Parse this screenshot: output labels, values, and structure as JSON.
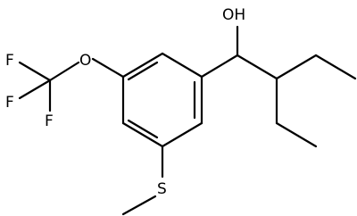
{
  "molecule": {
    "atom_labels": {
      "hydroxyl": "OH",
      "ether_oxygen": "O",
      "sulfur": "S",
      "fluorine_1": "F",
      "fluorine_2": "F",
      "fluorine_3": "F"
    },
    "colors": {
      "bond": "#000000",
      "label": "#000000",
      "background": "#ffffff"
    }
  }
}
